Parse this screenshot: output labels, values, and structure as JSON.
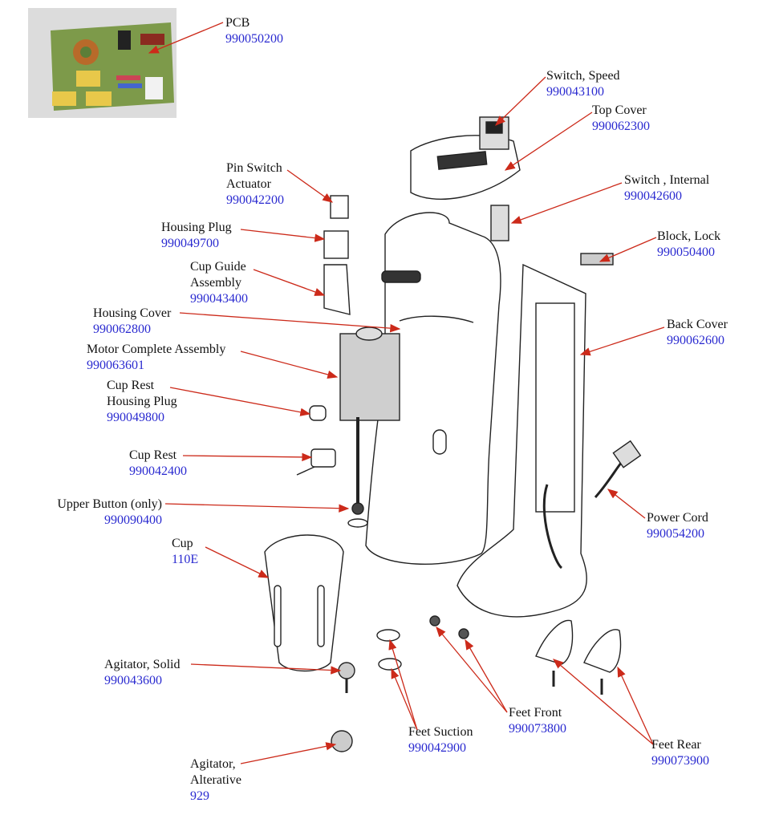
{
  "labels": {
    "pcb": {
      "name": [
        "PCB"
      ],
      "part": "990050200"
    },
    "switch_speed": {
      "name": [
        "Switch, Speed"
      ],
      "part": "990043100"
    },
    "top_cover": {
      "name": [
        "Top Cover"
      ],
      "part": "990062300"
    },
    "pin_switch_actuator": {
      "name": [
        "Pin Switch",
        "Actuator"
      ],
      "part": "990042200"
    },
    "switch_internal": {
      "name": [
        "Switch , Internal"
      ],
      "part": "990042600"
    },
    "housing_plug": {
      "name": [
        "Housing Plug"
      ],
      "part": "990049700"
    },
    "block_lock": {
      "name": [
        "Block, Lock"
      ],
      "part": "990050400"
    },
    "cup_guide_assembly": {
      "name": [
        "Cup Guide",
        "Assembly"
      ],
      "part": "990043400"
    },
    "housing_cover": {
      "name": [
        "Housing Cover"
      ],
      "part": "990062800"
    },
    "back_cover": {
      "name": [
        "Back Cover"
      ],
      "part": "990062600"
    },
    "motor_complete_assembly": {
      "name": [
        "Motor Complete Assembly"
      ],
      "part": "990063601"
    },
    "cup_rest_housing_plug": {
      "name": [
        "Cup Rest",
        "Housing Plug"
      ],
      "part": "990049800"
    },
    "cup_rest": {
      "name": [
        "Cup Rest"
      ],
      "part": "990042400"
    },
    "power_cord": {
      "name": [
        "Power Cord"
      ],
      "part": "990054200"
    },
    "upper_button": {
      "name": [
        "Upper Button (only)"
      ],
      "part": "990090400"
    },
    "cup": {
      "name": [
        "Cup"
      ],
      "part": "110E"
    },
    "agitator_solid": {
      "name": [
        "Agitator, Solid"
      ],
      "part": "990043600"
    },
    "feet_front": {
      "name": [
        "Feet Front"
      ],
      "part": "990073800"
    },
    "feet_suction": {
      "name": [
        "Feet Suction"
      ],
      "part": "990042900"
    },
    "feet_rear": {
      "name": [
        "Feet Rear"
      ],
      "part": "990073900"
    },
    "agitator_alternative": {
      "name": [
        "Agitator,",
        "Alterative"
      ],
      "part": "929"
    }
  },
  "colors": {
    "leader": "#cc2a1a",
    "part_number": "#2a2ad0",
    "text": "#111111",
    "outline": "#222222"
  }
}
